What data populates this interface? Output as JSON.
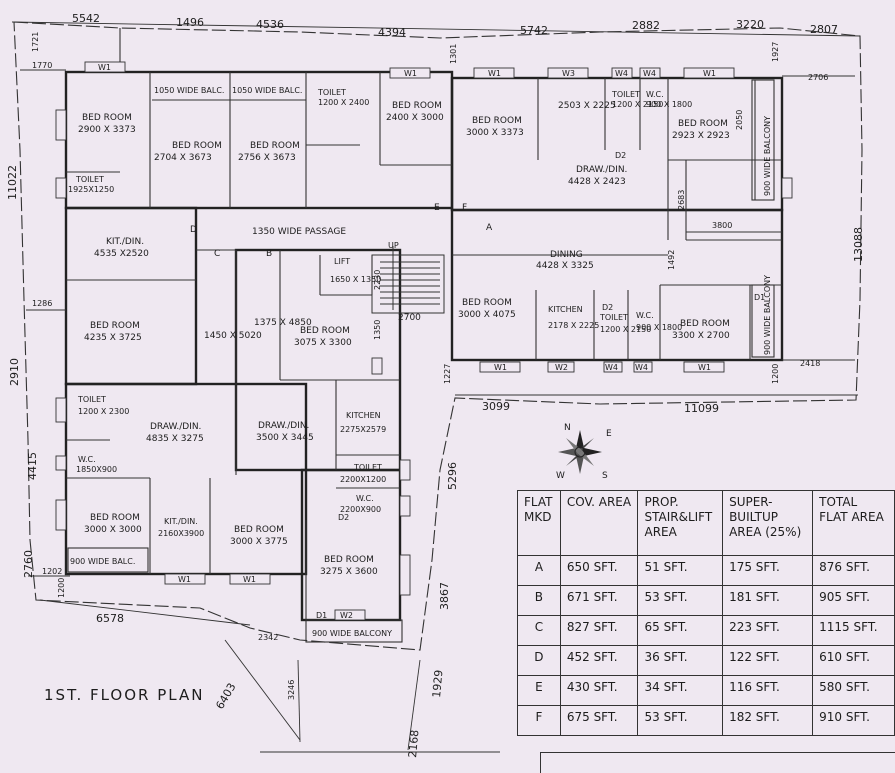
{
  "plan": {
    "title": "1ST. FLOOR   PLAN",
    "rooms": [
      {
        "id": "bed1",
        "name": "BED ROOM",
        "size": "2900 X 3373"
      },
      {
        "id": "bed2",
        "name": "BED ROOM",
        "size": "2704 X 3673"
      },
      {
        "id": "bed3",
        "name": "BED ROOM",
        "size": "2756 X 3673"
      },
      {
        "id": "toilet1",
        "name": "TOILET",
        "size": "1200 X 2400"
      },
      {
        "id": "bed4",
        "name": "BED ROOM",
        "size": "2400 X 3000"
      },
      {
        "id": "bed5",
        "name": "BED ROOM",
        "size": "3000 X 3373"
      },
      {
        "id": "room6",
        "name": "",
        "size": "2503 X 2225"
      },
      {
        "id": "toilet2",
        "name": "TOILET",
        "size": "1200 X 2150"
      },
      {
        "id": "wc1",
        "name": "W.C.",
        "size": "900 X 1800"
      },
      {
        "id": "bed6",
        "name": "BED ROOM",
        "size": "2923 X 2923"
      },
      {
        "id": "toilet3",
        "name": "TOILET",
        "size": "1925X1250"
      },
      {
        "id": "drawdin1",
        "name": "DRAW./DIN.",
        "size": "4428 X 2423"
      },
      {
        "id": "kitdin1",
        "name": "KIT./DIN.",
        "size": "4535 X2520"
      },
      {
        "id": "passage",
        "name": "1350 WIDE PASSAGE",
        "size": ""
      },
      {
        "id": "lift",
        "name": "LIFT",
        "size": "1650 X 1350"
      },
      {
        "id": "dining",
        "name": "DINING",
        "size": "4428 X 3325"
      },
      {
        "id": "bed7",
        "name": "BED ROOM",
        "size": "4235 X 3725"
      },
      {
        "id": "corr1",
        "name": "",
        "size": "1450 X 5020"
      },
      {
        "id": "corr2",
        "name": "",
        "size": "1375 X 4850"
      },
      {
        "id": "bed8",
        "name": "BED ROOM",
        "size": "3075 X 3300"
      },
      {
        "id": "bed9",
        "name": "BED ROOM",
        "size": "3000 X 4075"
      },
      {
        "id": "kitchen1",
        "name": "KITCHEN",
        "size": "2178 X 2225"
      },
      {
        "id": "toilet4",
        "name": "TOILET",
        "size": "1200 X 2150"
      },
      {
        "id": "wc2",
        "name": "W.C.",
        "size": "900 X 1800"
      },
      {
        "id": "bed10",
        "name": "BED ROOM",
        "size": "3300 X 2700"
      },
      {
        "id": "toilet5",
        "name": "TOILET",
        "size": "1200 X 2300"
      },
      {
        "id": "drawdin2",
        "name": "DRAW./DIN.",
        "size": "4835 X 3275"
      },
      {
        "id": "drawdin3",
        "name": "DRAW./DIN.",
        "size": "3500 X 3445"
      },
      {
        "id": "kitchen2",
        "name": "KITCHEN",
        "size": "2275X2579"
      },
      {
        "id": "wc3",
        "name": "W.C.",
        "size": "1850X900"
      },
      {
        "id": "toilet6",
        "name": "TOILET",
        "size": "2200X1200"
      },
      {
        "id": "wc4",
        "name": "W.C.",
        "size": "2200X900"
      },
      {
        "id": "bed11",
        "name": "BED ROOM",
        "size": "3000 X 3000"
      },
      {
        "id": "kitdin2",
        "name": "KIT./DIN.",
        "size": "2160X3900"
      },
      {
        "id": "bed12",
        "name": "BED ROOM",
        "size": "3000 X 3775"
      },
      {
        "id": "bed13",
        "name": "BED ROOM",
        "size": "3275 X 3600"
      }
    ],
    "balconies": {
      "b1": "1050 WIDE BALC.",
      "b2": "1050 WIDE BALC.",
      "b3": "900 WIDE BALCONY",
      "b4": "900 WIDE BALCONY",
      "b5": "900 WIDE BALC.",
      "b6": "900 WIDE BALCONY"
    },
    "dimensions": {
      "d5542": "5542",
      "d1496": "1496",
      "d4536": "4536",
      "d4394": "4394",
      "d5742": "5742",
      "d2882": "2882",
      "d3220": "3220",
      "d2807": "2807",
      "d1721": "1721",
      "d1770": "1770",
      "d1301": "1301",
      "d1927": "1927",
      "d2706": "2706",
      "d11022": "11022",
      "d13088": "13088",
      "d1286": "1286",
      "d2910": "2910",
      "d4415": "4415",
      "d2760": "2760",
      "d1202": "1202",
      "d1200a": "1200",
      "d6578": "6578",
      "d2342": "2342",
      "d6403": "6403",
      "d3246": "3246",
      "d2168": "2168",
      "d1929": "1929",
      "d3867": "3867",
      "d5296": "5296",
      "d3099": "3099",
      "d11099": "11099",
      "d1227": "1227",
      "d2418": "2418",
      "d1200b": "1200",
      "d2700": "2700",
      "d2230": "2230",
      "d1350": "1350",
      "d3800": "3800",
      "d2683": "2683",
      "d1492": "1492",
      "d2050": "2050"
    },
    "flat_marks": [
      "A",
      "B",
      "C",
      "D",
      "E",
      "F"
    ],
    "stair_label": "UP",
    "compass": {
      "n": "N",
      "e": "E",
      "w": "W",
      "s": "S"
    },
    "win_labels": {
      "w1": "W1",
      "w2": "W2",
      "w3": "W3",
      "w4": "W4",
      "d1": "D1",
      "d2": "D2"
    }
  },
  "area_table": {
    "headers": {
      "flat": "FLAT MKD",
      "cov": "COV. AREA",
      "prop": "PROP. STAIR&LIFT AREA",
      "super": "SUPER-BUILTUP AREA (25%)",
      "total": "TOTAL FLAT AREA"
    },
    "rows": [
      {
        "flat": "A",
        "cov": "650 SFT.",
        "prop": "51 SFT.",
        "super": "175 SFT.",
        "total": "876 SFT."
      },
      {
        "flat": "B",
        "cov": "671 SFT.",
        "prop": "53 SFT.",
        "super": "181 SFT.",
        "total": "905 SFT."
      },
      {
        "flat": "C",
        "cov": "827 SFT.",
        "prop": "65 SFT.",
        "super": "223 SFT.",
        "total": "1115 SFT."
      },
      {
        "flat": "D",
        "cov": "452 SFT.",
        "prop": "36 SFT.",
        "super": "122 SFT.",
        "total": "610 SFT."
      },
      {
        "flat": "E",
        "cov": "430 SFT.",
        "prop": "34 SFT.",
        "super": "116 SFT.",
        "total": "580 SFT."
      },
      {
        "flat": "F",
        "cov": "675 SFT.",
        "prop": "53 SFT.",
        "super": "182 SFT.",
        "total": "910 SFT."
      }
    ]
  }
}
